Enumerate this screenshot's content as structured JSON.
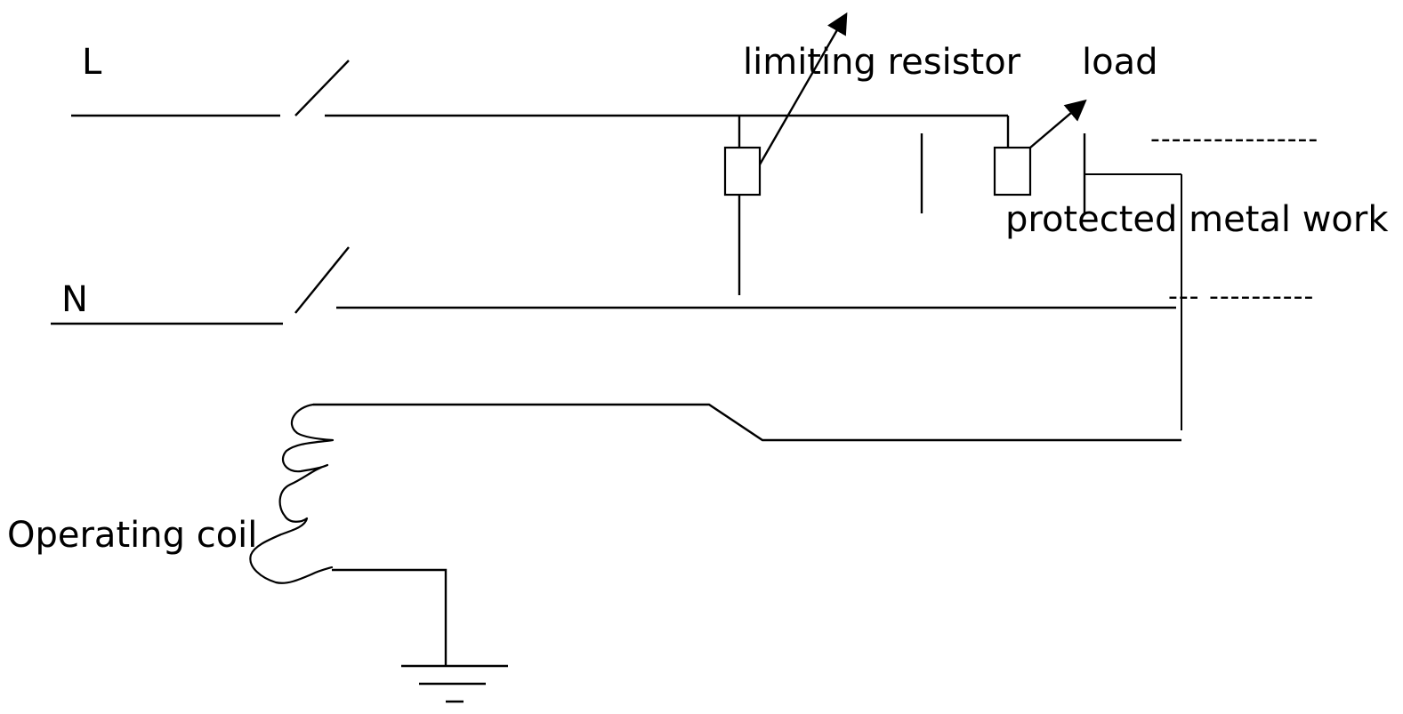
{
  "labels": {
    "line": "L",
    "neutral": "N",
    "limiting_resistor": "limiting resistor",
    "load": "load",
    "protected_metal_work": "protected metal work",
    "operating_coil": "Operating coil"
  },
  "dashes": {
    "upper": "----------------",
    "lower": "--- ----------"
  },
  "colors": {
    "line": "#000000",
    "background": "#ffffff"
  }
}
